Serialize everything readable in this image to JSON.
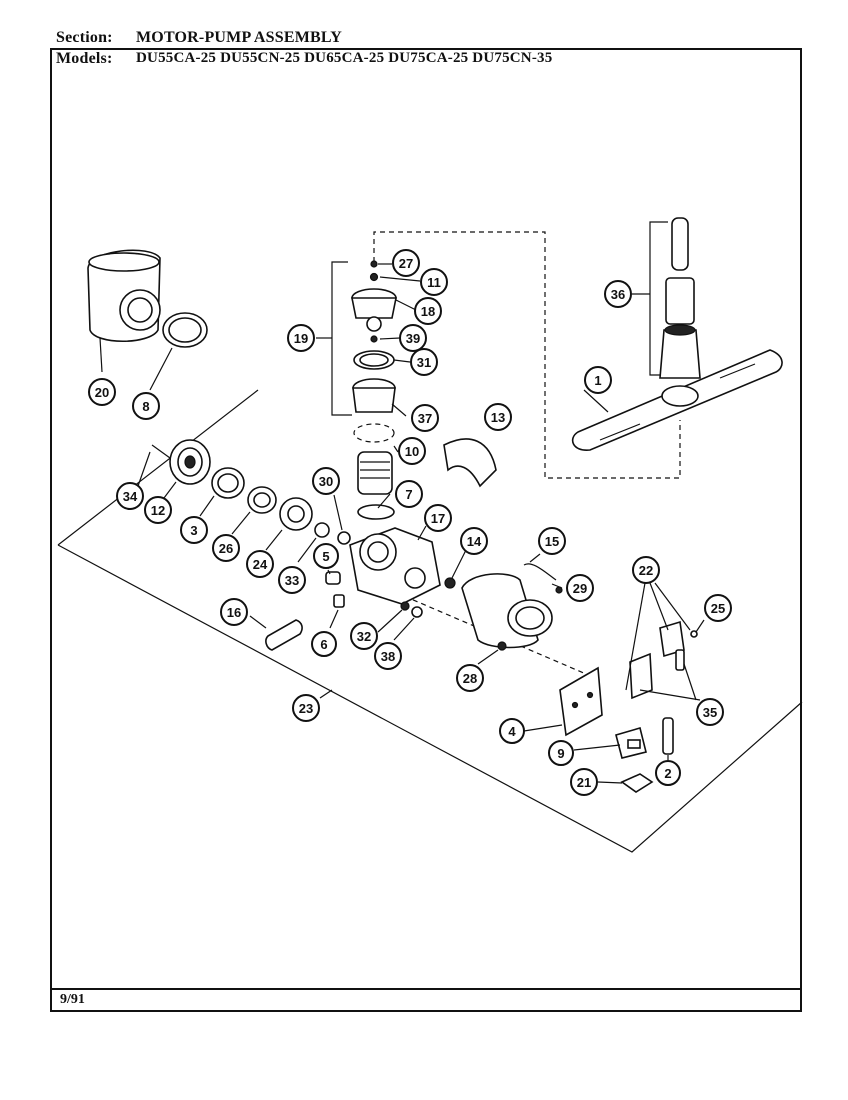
{
  "header": {
    "section_label": "Section:",
    "section_value": "MOTOR-PUMP ASSEMBLY",
    "models_label": "Models:",
    "models_value": "DU55CA-25  DU55CN-25  DU65CA-25  DU75CA-25  DU75CN-35"
  },
  "footer": {
    "date": "9/91"
  },
  "callouts": [
    "27",
    "11",
    "18",
    "19",
    "39",
    "31",
    "37",
    "10",
    "13",
    "7",
    "30",
    "17",
    "14",
    "15",
    "29",
    "36",
    "1",
    "20",
    "8",
    "34",
    "12",
    "3",
    "26",
    "24",
    "33",
    "5",
    "16",
    "6",
    "32",
    "38",
    "28",
    "22",
    "25",
    "35",
    "23",
    "4",
    "9",
    "2",
    "21"
  ]
}
